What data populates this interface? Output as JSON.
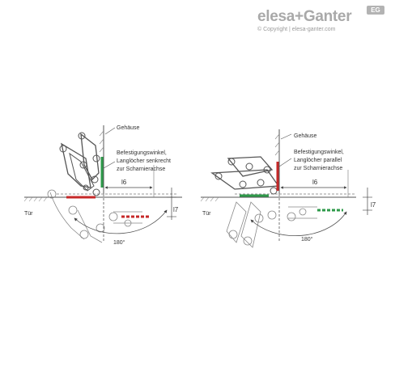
{
  "brand": {
    "logo_text": "elesa+Ganter",
    "badge": "EG",
    "copyright": "© Copyright | elesa-ganter.com"
  },
  "diagrams": [
    {
      "housing_label": "Gehäuse",
      "bracket_label_lines": [
        "Befestigungswinkel,",
        "Langlöcher senkrecht",
        "zur Scharnierachse"
      ],
      "door_label": "Tür",
      "dim_l6": "l6",
      "dim_l7": "l7",
      "angle_label": "180°"
    },
    {
      "housing_label": "Gehäuse",
      "bracket_label_lines": [
        "Befestigungswinkel,",
        "Langlöcher parallel",
        "zur Scharnierachse"
      ],
      "door_label": "Tür",
      "dim_l6": "l6",
      "dim_l7": "l7",
      "angle_label": "180°"
    }
  ],
  "colors": {
    "line": "#555555",
    "bracket_green": "#2e9a4a",
    "bracket_red": "#c62828"
  }
}
